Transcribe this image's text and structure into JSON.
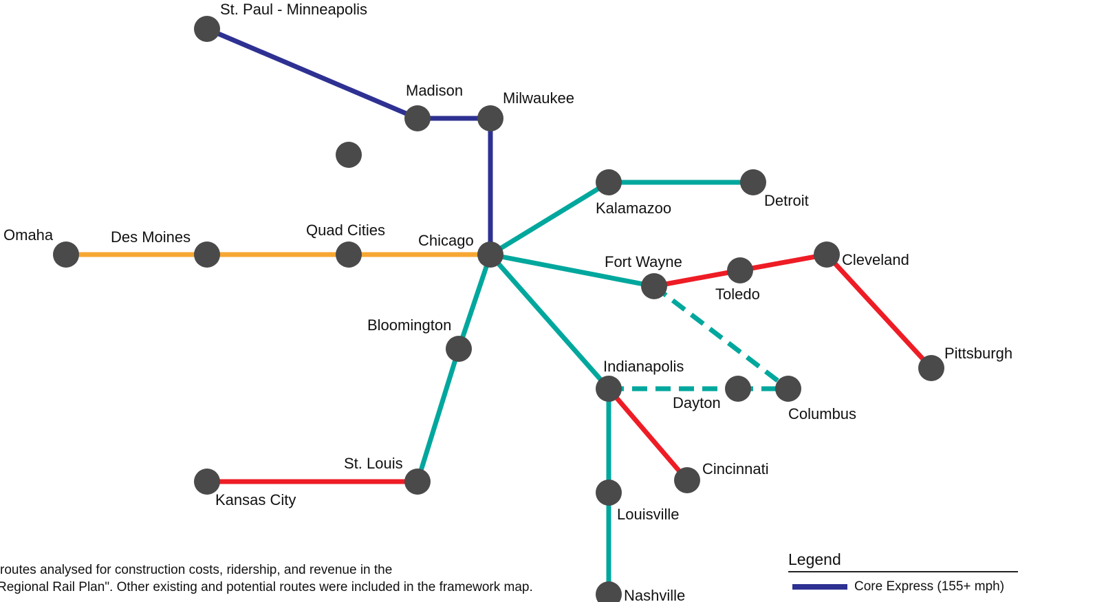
{
  "map": {
    "colors": {
      "core_express": "#2e3192",
      "regional_plus": "#00a79d",
      "emerging": "#ee1c25",
      "west": "#f7a733",
      "station": "#4a4a4a"
    },
    "stations": [
      {
        "id": "stpaul",
        "label": "St. Paul - Minneapolis"
      },
      {
        "id": "madison",
        "label": "Madison"
      },
      {
        "id": "milwaukee",
        "label": "Milwaukee"
      },
      {
        "id": "unlabeled",
        "label": ""
      },
      {
        "id": "kalamazoo",
        "label": "Kalamazoo"
      },
      {
        "id": "detroit",
        "label": "Detroit"
      },
      {
        "id": "omaha",
        "label": "Omaha"
      },
      {
        "id": "desmoines",
        "label": "Des Moines"
      },
      {
        "id": "quadcities",
        "label": "Quad Cities"
      },
      {
        "id": "chicago",
        "label": "Chicago"
      },
      {
        "id": "fortwayne",
        "label": "Fort Wayne"
      },
      {
        "id": "toledo",
        "label": "Toledo"
      },
      {
        "id": "cleveland",
        "label": "Cleveland"
      },
      {
        "id": "bloomington",
        "label": "Bloomington"
      },
      {
        "id": "pittsburgh",
        "label": "Pittsburgh"
      },
      {
        "id": "indianapolis",
        "label": "Indianapolis"
      },
      {
        "id": "dayton",
        "label": "Dayton"
      },
      {
        "id": "columbus",
        "label": "Columbus"
      },
      {
        "id": "stlouis",
        "label": "St. Louis"
      },
      {
        "id": "kansascity",
        "label": "Kansas City"
      },
      {
        "id": "cincinnati",
        "label": "Cincinnati"
      },
      {
        "id": "louisville",
        "label": "Louisville"
      },
      {
        "id": "nashville",
        "label": "Nashville"
      }
    ],
    "routes": [
      {
        "from": "stpaul",
        "to": "madison",
        "color": "#2e3192",
        "dashed": false
      },
      {
        "from": "madison",
        "to": "milwaukee",
        "color": "#2e3192",
        "dashed": false
      },
      {
        "from": "milwaukee",
        "to": "chicago",
        "color": "#2e3192",
        "dashed": false
      },
      {
        "from": "omaha",
        "to": "desmoines",
        "color": "#f7a733",
        "dashed": false
      },
      {
        "from": "desmoines",
        "to": "quadcities",
        "color": "#f7a733",
        "dashed": false
      },
      {
        "from": "quadcities",
        "to": "chicago",
        "color": "#f7a733",
        "dashed": false
      },
      {
        "from": "chicago",
        "to": "kalamazoo",
        "color": "#00a79d",
        "dashed": false
      },
      {
        "from": "kalamazoo",
        "to": "detroit",
        "color": "#00a79d",
        "dashed": false
      },
      {
        "from": "chicago",
        "to": "fortwayne",
        "color": "#00a79d",
        "dashed": false
      },
      {
        "from": "chicago",
        "to": "indianapolis",
        "color": "#00a79d",
        "dashed": false
      },
      {
        "from": "chicago",
        "to": "bloomington",
        "color": "#00a79d",
        "dashed": false
      },
      {
        "from": "bloomington",
        "to": "stlouis",
        "color": "#00a79d",
        "dashed": false
      },
      {
        "from": "indianapolis",
        "to": "louisville",
        "color": "#00a79d",
        "dashed": false
      },
      {
        "from": "louisville",
        "to": "nashville",
        "color": "#00a79d",
        "dashed": false
      },
      {
        "from": "fortwayne",
        "to": "columbus",
        "color": "#00a79d",
        "dashed": true
      },
      {
        "from": "indianapolis",
        "to": "dayton",
        "color": "#00a79d",
        "dashed": true
      },
      {
        "from": "dayton",
        "to": "columbus",
        "color": "#00a79d",
        "dashed": true
      },
      {
        "from": "fortwayne",
        "to": "toledo",
        "color": "#ee1c25",
        "dashed": false
      },
      {
        "from": "toledo",
        "to": "cleveland",
        "color": "#ee1c25",
        "dashed": false
      },
      {
        "from": "cleveland",
        "to": "pittsburgh",
        "color": "#ee1c25",
        "dashed": false
      },
      {
        "from": "indianapolis",
        "to": "cincinnati",
        "color": "#ee1c25",
        "dashed": false
      },
      {
        "from": "kansascity",
        "to": "stlouis",
        "color": "#ee1c25",
        "dashed": false
      }
    ]
  },
  "notes": {
    "line1": " routes analysed for construction costs, ridership, and revenue in the",
    "line2": "Regional Rail Plan\".  Other existing and potential routes were included in the framework map."
  },
  "legend": {
    "title": "Legend",
    "items": [
      {
        "label": "Core Express (155+ mph)",
        "color": "#2e3192"
      }
    ]
  }
}
